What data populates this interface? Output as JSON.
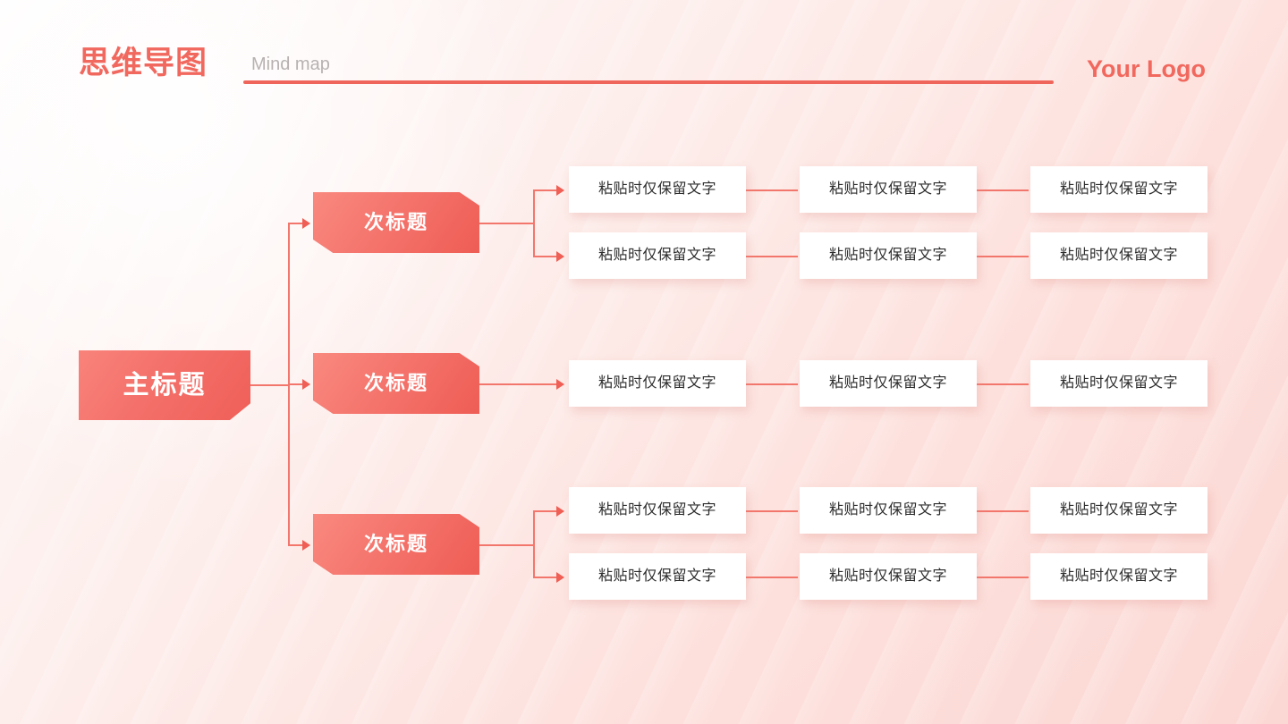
{
  "header": {
    "title_cn": "思维导图",
    "title_en": "Mind map",
    "logo": "Your Logo"
  },
  "diagram": {
    "root": {
      "label": "主标题"
    },
    "branches": [
      {
        "label": "次标题",
        "leaves": [
          [
            "粘贴时仅保留文字",
            "粘贴时仅保留文字",
            "粘贴时仅保留文字"
          ],
          [
            "粘贴时仅保留文字",
            "粘贴时仅保留文字",
            "粘贴时仅保留文字"
          ]
        ]
      },
      {
        "label": "次标题",
        "leaves": [
          [
            "粘贴时仅保留文字",
            "粘贴时仅保留文字",
            "粘贴时仅保留文字"
          ]
        ]
      },
      {
        "label": "次标题",
        "leaves": [
          [
            "粘贴时仅保留文字",
            "粘贴时仅保留文字",
            "粘贴时仅保留文字"
          ],
          [
            "粘贴时仅保留文字",
            "粘贴时仅保留文字",
            "粘贴时仅保留文字"
          ]
        ]
      }
    ]
  },
  "colors": {
    "accent": "#f1685e",
    "connector": "#f3766c",
    "node_gradient_from": "#f8837b",
    "node_gradient_to": "#ee5d55",
    "leaf_bg": "#ffffff",
    "leaf_text": "#2c2c2c",
    "subtitle_text": "#b7b2b1",
    "bg_from": "#fffdfd",
    "bg_to": "#fcd8d4"
  }
}
